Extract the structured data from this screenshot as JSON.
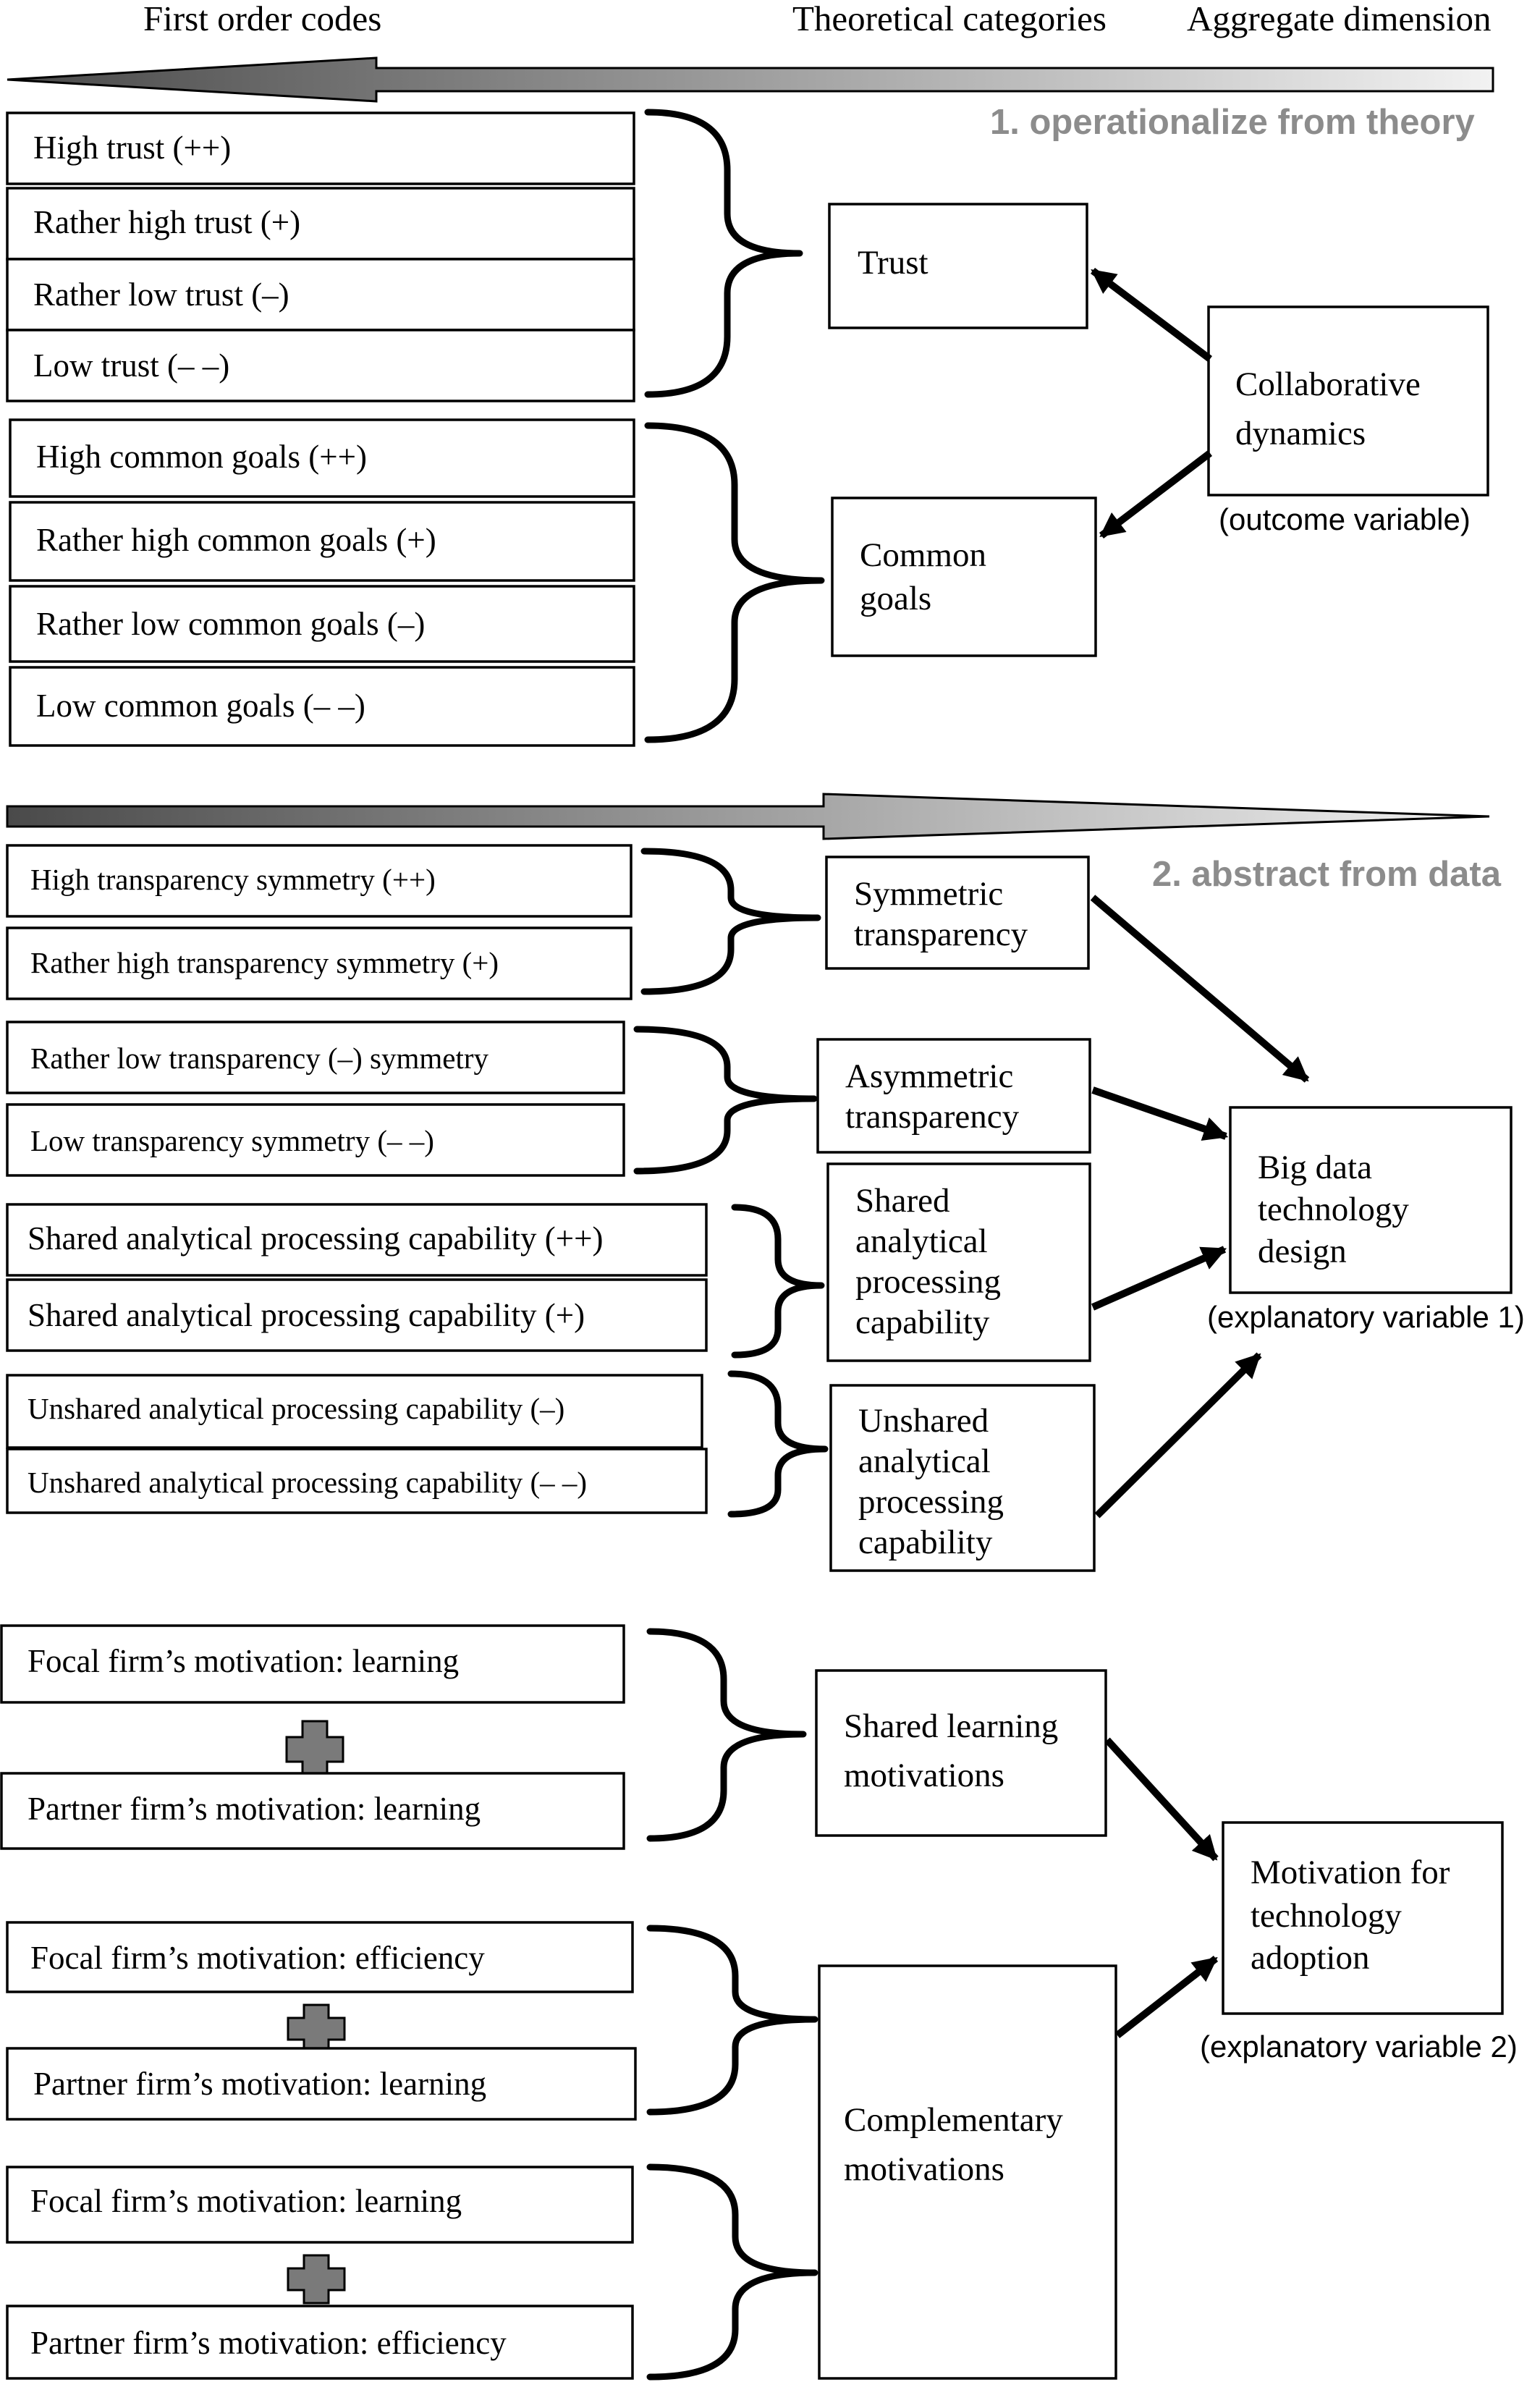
{
  "headers": {
    "first_order_codes": "First order codes",
    "theoretical_categories": "Theoretical categories",
    "aggregate_dimension": "Aggregate dimension"
  },
  "steps": {
    "step1": "1. operationalize from theory",
    "step2": "2. abstract from data"
  },
  "codes": {
    "trust": [
      "High trust (++)",
      "Rather high trust (+)",
      "Rather low trust (–)",
      "Low trust (– –)"
    ],
    "goals": [
      "High common goals (++)",
      "Rather high common goals (+)",
      "Rather low common goals (–)",
      "Low common goals (– –)"
    ],
    "sym_transparency": [
      "High transparency symmetry (++)",
      "Rather high transparency symmetry (+)"
    ],
    "asym_transparency": [
      "Rather low transparency (–) symmetry",
      "Low transparency symmetry (– –)"
    ],
    "shared_capability": [
      "Shared analytical processing capability (++)",
      "Shared analytical processing capability (+)"
    ],
    "unshared_capability": [
      "Unshared analytical processing capability (–)",
      "Unshared analytical processing capability (– –)"
    ],
    "learning_pair": [
      "Focal firm’s motivation: learning",
      "Partner firm’s motivation: learning"
    ],
    "efficiency_learning_pair": [
      "Focal firm’s motivation: efficiency",
      "Partner firm’s motivation: learning"
    ],
    "learning_efficiency_pair": [
      "Focal firm’s motivation: learning",
      "Partner firm’s motivation: efficiency"
    ]
  },
  "categories": {
    "trust": [
      "Trust"
    ],
    "common_goals": [
      "Common",
      "goals"
    ],
    "symmetric_transparency": [
      "Symmetric",
      "transparency"
    ],
    "asymmetric_transparency": [
      "Asymmetric",
      "transparency"
    ],
    "shared_capability": [
      "Shared",
      "analytical",
      "processing",
      "capability"
    ],
    "unshared_capability": [
      "Unshared",
      "analytical",
      "processing",
      "capability"
    ],
    "shared_learning": [
      "Shared learning",
      "motivations"
    ],
    "complementary": [
      "Complementary",
      "motivations"
    ]
  },
  "dimensions": {
    "collaborative": {
      "lines": [
        "Collaborative",
        "dynamics"
      ],
      "variable": "(outcome variable)"
    },
    "big_data": {
      "lines": [
        "Big data",
        "technology",
        "design"
      ],
      "variable": "(explanatory variable 1)"
    },
    "motivation": {
      "lines": [
        "Motivation for",
        "technology",
        "adoption"
      ],
      "variable": "(explanatory variable 2)"
    }
  }
}
